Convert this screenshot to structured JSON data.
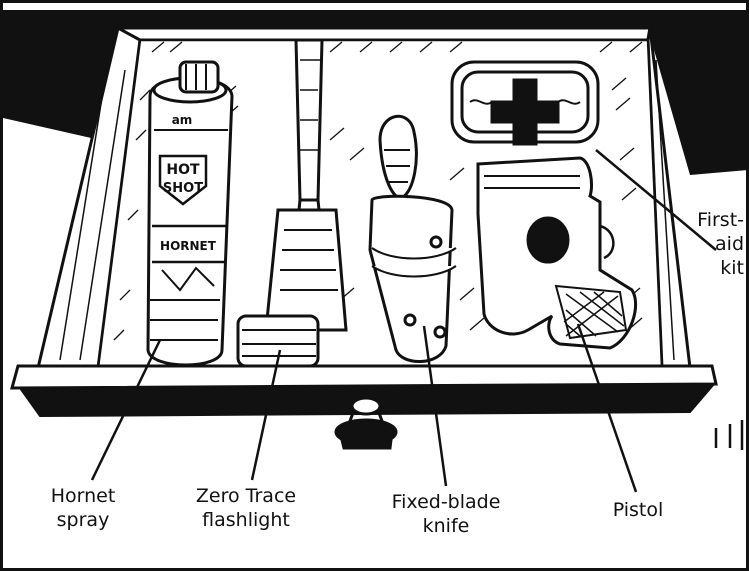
{
  "illustration": {
    "palette": {
      "ink": "#111111",
      "paper": "#ffffff",
      "shade": "#2a2a2a"
    },
    "labels": {
      "hornet_spray": {
        "line1": "Hornet",
        "line2": "spray"
      },
      "flashlight": {
        "line1": "Zero Trace",
        "line2": "flashlight"
      },
      "knife": {
        "line1": "Fixed-blade",
        "line2": "knife"
      },
      "pistol": {
        "line1": "Pistol"
      },
      "first_aid": {
        "line1": "First-",
        "line2": "aid",
        "line3": "kit"
      }
    },
    "can_text": {
      "top": "am",
      "brand_1": "HOT",
      "brand_2": "SHOT",
      "band": "HORNET"
    }
  }
}
